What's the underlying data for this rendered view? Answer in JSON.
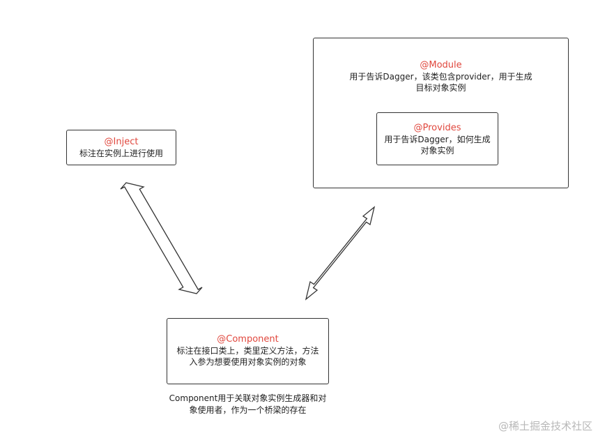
{
  "module": {
    "title": "@Module",
    "desc": "用于告诉Dagger，该类包含provider，用于生成目标对象实例"
  },
  "provides": {
    "title": "@Provides",
    "desc": "用于告诉Dagger，如何生成对象实例"
  },
  "inject": {
    "title": "@Inject",
    "desc": "标注在实例上进行使用"
  },
  "component": {
    "title": "@Component",
    "desc": "标注在接口类上，类里定义方法，方法入参为想要使用对象实例的对象",
    "note": "Component用于关联对象实例生成器和对象使用者，作为一个桥梁的存在"
  },
  "watermark": "@稀土掘金技术社区",
  "colors": {
    "title_accent": "#e0473d",
    "border": "#333333",
    "watermark": "#b8b8b8"
  }
}
